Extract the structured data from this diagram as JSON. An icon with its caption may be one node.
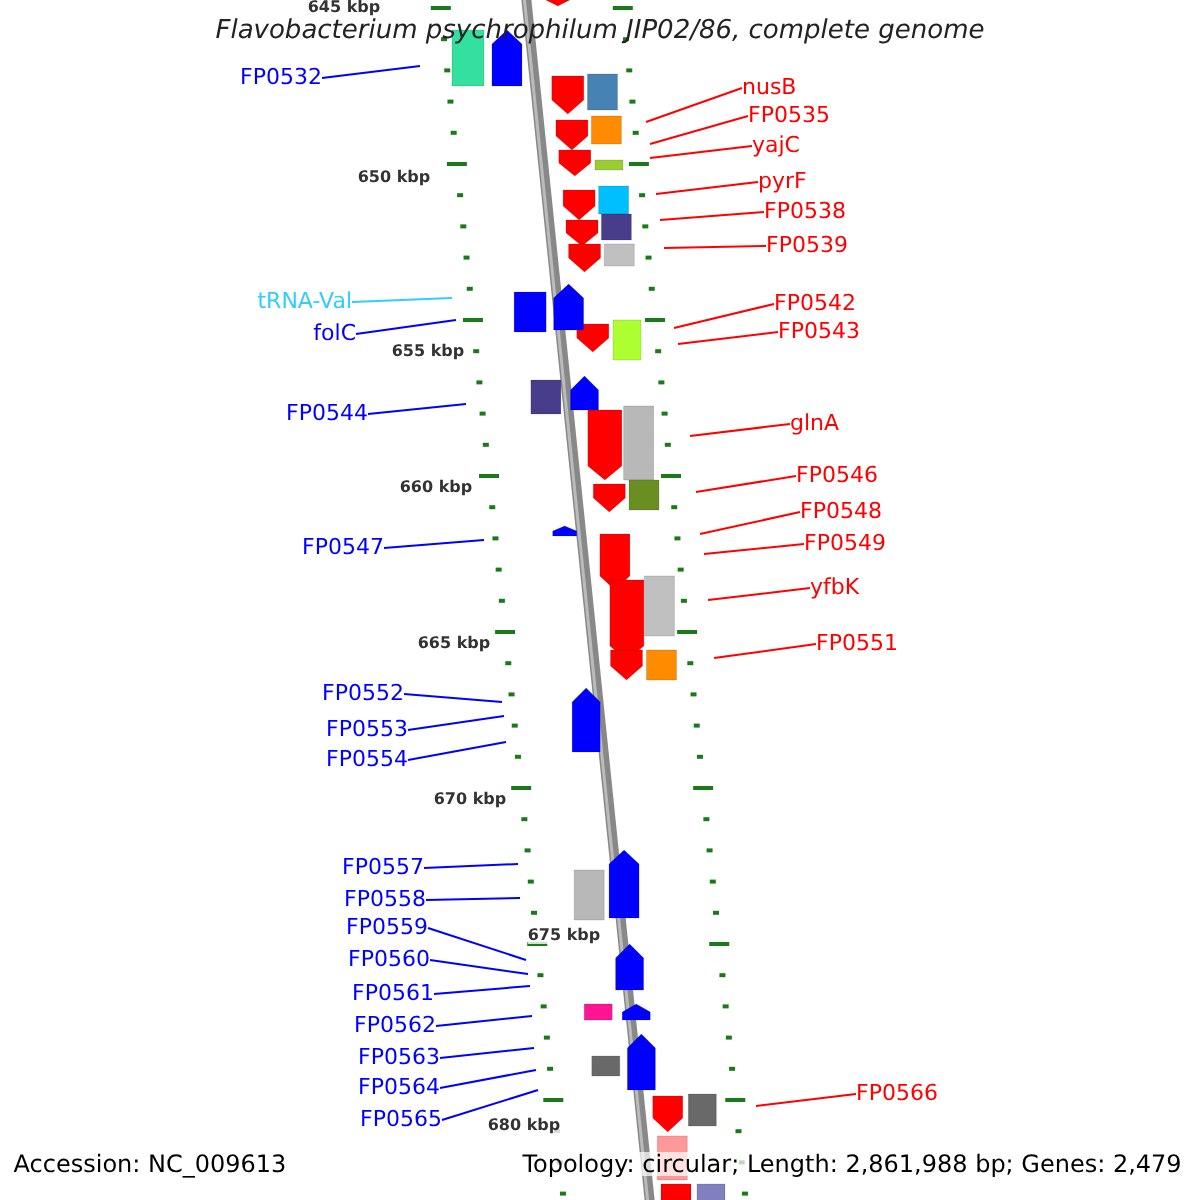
{
  "diagram": {
    "title": "Flavobacterium psychrophilum JIP02/86, complete genome",
    "nodes": [
      {
        "text": [
          "FP0532"
        ]
      },
      {
        "text": [
          "nusB"
        ]
      },
      {
        "text": [
          "FP0535"
        ]
      },
      {
        "text": [
          "yajC"
        ]
      },
      {
        "text": [
          "pyrF"
        ]
      },
      {
        "text": [
          "FP0538"
        ]
      },
      {
        "text": [
          "FP0539"
        ]
      },
      {
        "text": [
          "tRNA-Val"
        ]
      },
      {
        "text": [
          "FP0542"
        ]
      },
      {
        "text": [
          "FP0543"
        ]
      },
      {
        "text": [
          "folC"
        ]
      },
      {
        "text": [
          "FP0544"
        ]
      },
      {
        "text": [
          "glnA"
        ]
      },
      {
        "text": [
          "FP0546"
        ]
      },
      {
        "text": [
          "FP0548"
        ]
      },
      {
        "text": [
          "FP0549"
        ]
      },
      {
        "text": [
          "FP0547"
        ]
      },
      {
        "text": [
          "yfbK"
        ]
      },
      {
        "text": [
          "FP0551"
        ]
      },
      {
        "text": [
          "FP0552"
        ]
      },
      {
        "text": [
          "FP0553"
        ]
      },
      {
        "text": [
          "FP0554"
        ]
      },
      {
        "text": [
          "FP0557"
        ]
      },
      {
        "text": [
          "FP0558"
        ]
      },
      {
        "text": [
          "FP0559"
        ]
      },
      {
        "text": [
          "FP0560"
        ]
      },
      {
        "text": [
          "FP0561"
        ]
      },
      {
        "text": [
          "FP0562"
        ]
      },
      {
        "text": [
          "FP0563"
        ]
      },
      {
        "text": [
          "FP0564"
        ]
      },
      {
        "text": [
          "FP0565"
        ]
      },
      {
        "text": [
          "FP0566"
        ]
      }
    ],
    "edges": [
      {
        "from": 0,
        "to": null,
        "arrow": "none"
      },
      {
        "from": 1,
        "to": null,
        "arrow": "none",
        "color": "#ff0000"
      },
      {
        "from": 2,
        "to": null,
        "arrow": "none",
        "color": "#ff0000"
      },
      {
        "from": 3,
        "to": null,
        "arrow": "none",
        "color": "#ff0000"
      },
      {
        "from": 4,
        "to": null,
        "arrow": "none",
        "color": "#ff0000"
      },
      {
        "from": 5,
        "to": null,
        "arrow": "none",
        "color": "#ff0000"
      },
      {
        "from": 6,
        "to": null,
        "arrow": "none",
        "color": "#ff0000"
      },
      {
        "from": 7,
        "to": null,
        "arrow": "none",
        "color": "#33ccff"
      },
      {
        "from": 8,
        "to": null,
        "arrow": "none",
        "color": "#ff0000"
      },
      {
        "from": 9,
        "to": null,
        "arrow": "none",
        "color": "#ff0000"
      },
      {
        "from": 10,
        "to": null,
        "arrow": "none"
      },
      {
        "from": 11,
        "to": null,
        "arrow": "none"
      },
      {
        "from": 12,
        "to": null,
        "arrow": "none",
        "color": "#ff0000"
      },
      {
        "from": 13,
        "to": null,
        "arrow": "none",
        "color": "#ff0000"
      },
      {
        "from": 14,
        "to": null,
        "arrow": "none",
        "color": "#ff0000"
      },
      {
        "from": 15,
        "to": null,
        "arrow": "none",
        "color": "#ff0000"
      },
      {
        "from": 16,
        "to": null,
        "arrow": "none"
      },
      {
        "from": 17,
        "to": null,
        "arrow": "none",
        "color": "#ff0000"
      },
      {
        "from": 18,
        "to": null,
        "arrow": "none",
        "color": "#ff0000"
      },
      {
        "from": 19,
        "to": null,
        "arrow": "none"
      },
      {
        "from": 20,
        "to": null,
        "arrow": "none"
      },
      {
        "from": 21,
        "to": null,
        "arrow": "none"
      },
      {
        "from": 22,
        "to": null,
        "arrow": "none"
      },
      {
        "from": 23,
        "to": null,
        "arrow": "none"
      },
      {
        "from": 24,
        "to": null,
        "arrow": "none"
      },
      {
        "from": 25,
        "to": null,
        "arrow": "none"
      },
      {
        "from": 26,
        "to": null,
        "arrow": "none"
      },
      {
        "from": 27,
        "to": null,
        "arrow": "none"
      },
      {
        "from": 28,
        "to": null,
        "arrow": "none"
      },
      {
        "from": 29,
        "to": null,
        "arrow": "none"
      },
      {
        "from": 30,
        "to": null,
        "arrow": "none"
      },
      {
        "from": 31,
        "to": null,
        "arrow": "none",
        "color": "#ff0000"
      }
    ],
    "labels": [
      "645 kbp",
      "650 kbp",
      "655 kbp",
      "660 kbp",
      "665 kbp",
      "670 kbp",
      "675 kbp",
      "680 kbp",
      "Accession: NC_009613",
      "Topology: circular; Length: 2,861,988 bp; Genes: 2,479"
    ]
  }
}
